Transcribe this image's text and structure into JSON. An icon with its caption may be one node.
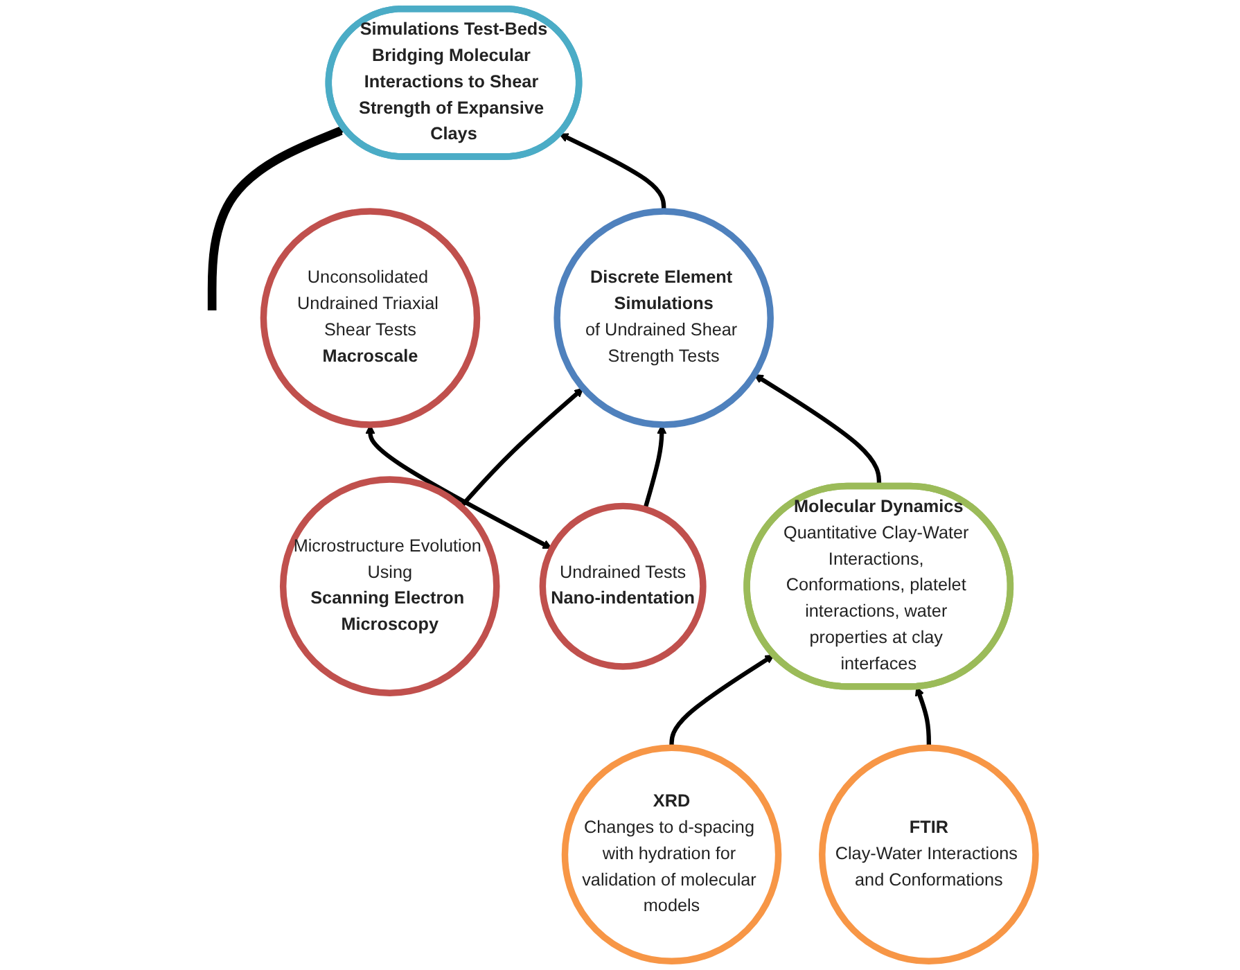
{
  "diagram": {
    "nodes": [
      {
        "text": [
          "Simulations Test-Beds",
          "Bridging Molecular Interactions to Shear Strength of Expansive Clays"
        ]
      },
      {
        "text": [
          "Microstructure Evolution Using",
          "Scanning Electron Microscopy"
        ]
      },
      {
        "text": [
          "Discrete Element Simulations",
          "of Undrained Shear Strength Tests"
        ]
      },
      {
        "text": [
          "Undrained Tests",
          "Nano-indentation"
        ]
      },
      {
        "text": [
          "Unconsolidated Undrained Triaxial Shear Tests",
          "Macroscale"
        ]
      },
      {
        "text": [
          "XRD",
          "Changes to d-spacing with hydration for validation of molecular models"
        ]
      },
      {
        "text": [
          "Molecular Dynamics",
          "Quantitative Clay-Water Interactions, Conformations, platelet interactions, water properties at clay interfaces"
        ]
      },
      {
        "text": [
          "FTIR",
          "Clay-Water Interactions and Conformations"
        ]
      }
    ],
    "edges": [
      {
        "from": null,
        "to": 0,
        "arrow": "to",
        "style": "thick"
      },
      {
        "from": 2,
        "to": 0,
        "arrow": "to"
      },
      {
        "from": 1,
        "to": 2,
        "arrow": "to"
      },
      {
        "from": 3,
        "to": 2,
        "arrow": "to"
      },
      {
        "from": 3,
        "to": 4,
        "arrow": "both"
      },
      {
        "from": 6,
        "to": 2,
        "arrow": "to"
      },
      {
        "from": 5,
        "to": 6,
        "arrow": "to"
      },
      {
        "from": 7,
        "to": 6,
        "arrow": "to"
      }
    ]
  }
}
